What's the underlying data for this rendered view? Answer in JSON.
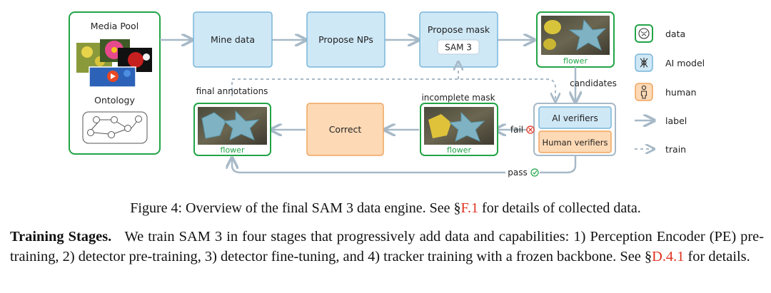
{
  "diagram": {
    "media_pool_label": "Media Pool",
    "ontology_label": "Ontology",
    "steps": {
      "mine": "Mine data",
      "propose_nps": "Propose NPs",
      "propose_mask": "Propose mask",
      "sam3": "SAM 3",
      "correct": "Correct",
      "ai_verifiers": "AI verifiers",
      "human_verifiers": "Human verifiers"
    },
    "image_labels": {
      "candidate": "flower",
      "incomplete": "flower",
      "final": "flower"
    },
    "edge_labels": {
      "candidates": "candidates",
      "final_annotations": "final annotations",
      "incomplete_mask": "incomplete mask",
      "fail": "fail",
      "pass": "pass"
    },
    "legend": [
      {
        "icon": "data-icon",
        "label": "data"
      },
      {
        "icon": "ai-model-icon",
        "label": "AI model"
      },
      {
        "icon": "human-icon",
        "label": "human"
      },
      {
        "icon": "solid-arrow-icon",
        "label": "label"
      },
      {
        "icon": "dashed-arrow-icon",
        "label": "train"
      }
    ],
    "colors": {
      "data_border": "#22a447",
      "ai_fill": "#cfe8f6",
      "ai_border": "#7ab6d9",
      "human_fill": "#fdd9b5",
      "human_border": "#f0a560",
      "arrow": "#a7b9c7"
    }
  },
  "caption": {
    "prefix": "Figure 4: Overview of the final SAM 3 data engine. See §",
    "ref": "F.1",
    "suffix": " for details of collected data."
  },
  "paragraph": {
    "heading": "Training Stages.",
    "text_before_ref": "We train SAM 3 in four stages that progressively add data and capabilities: 1) Perception Encoder (PE) pre-training, 2) detector pre-training, 3) detector fine-tuning, and 4) tracker training with a frozen backbone. See §",
    "ref": "D.4.1",
    "text_after_ref": " for details."
  }
}
